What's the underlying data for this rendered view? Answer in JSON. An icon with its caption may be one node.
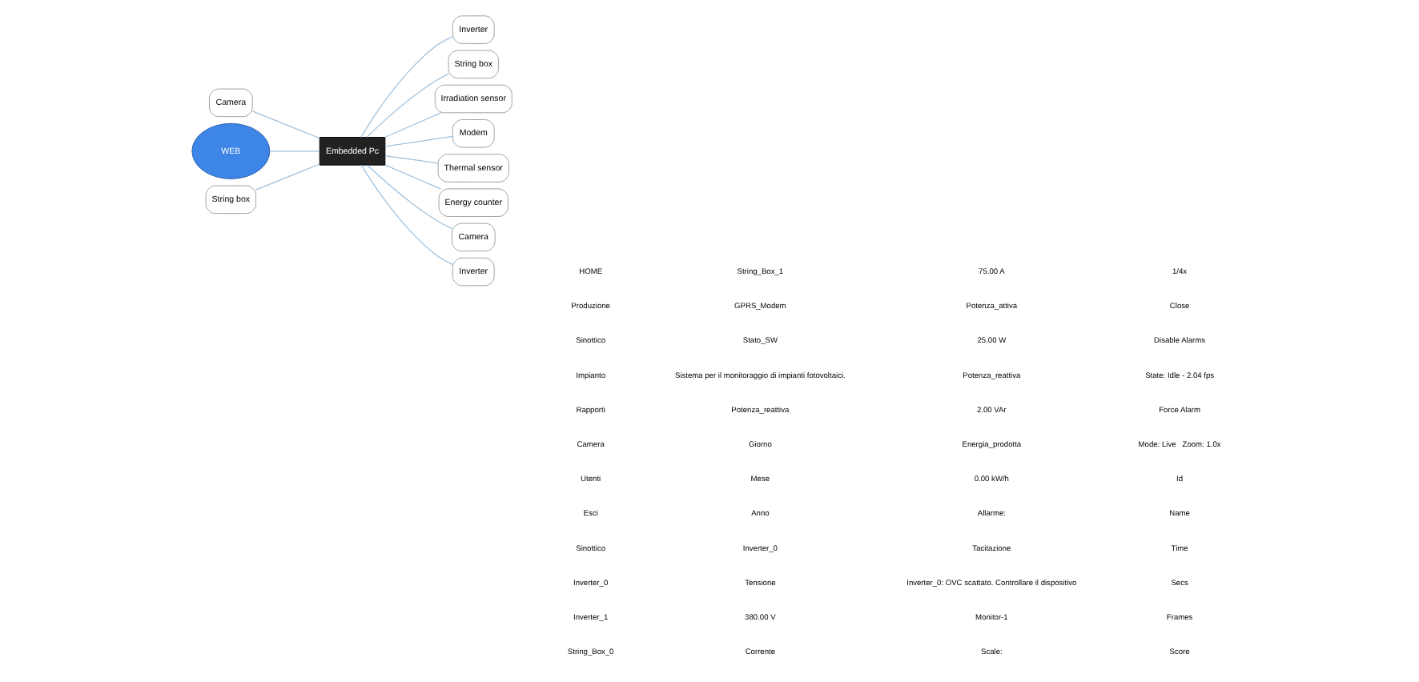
{
  "diagram": {
    "nodes": [
      {
        "text": [
          "Inverter"
        ]
      },
      {
        "text": [
          "String box"
        ]
      },
      {
        "text": [
          "Camera"
        ]
      },
      {
        "text": [
          "Irradiation sensor"
        ]
      },
      {
        "text": [
          "WEB"
        ]
      },
      {
        "text": [
          "Embedded Pc"
        ]
      },
      {
        "text": [
          "Modem"
        ]
      },
      {
        "text": [
          "Thermal sensor"
        ]
      },
      {
        "text": [
          "String box"
        ]
      },
      {
        "text": [
          "Energy counter"
        ]
      },
      {
        "text": [
          "Camera"
        ]
      },
      {
        "text": [
          "Inverter"
        ]
      }
    ],
    "edges": [
      {
        "from": 5,
        "to": 0,
        "arrow": "none"
      },
      {
        "from": 5,
        "to": 1,
        "arrow": "none"
      },
      {
        "from": 2,
        "to": 5,
        "arrow": "none"
      },
      {
        "from": 5,
        "to": 3,
        "arrow": "none"
      },
      {
        "from": 4,
        "to": 5,
        "arrow": "none"
      },
      {
        "from": 5,
        "to": 6,
        "arrow": "none"
      },
      {
        "from": 5,
        "to": 7,
        "arrow": "none"
      },
      {
        "from": 8,
        "to": 5,
        "arrow": "none"
      },
      {
        "from": 5,
        "to": 9,
        "arrow": "none"
      },
      {
        "from": 5,
        "to": 10,
        "arrow": "none"
      },
      {
        "from": 5,
        "to": 11,
        "arrow": "none"
      }
    ],
    "labels": [
      "HOME",
      "Produzione",
      "Sinottico",
      "Impianto",
      "Rapporti",
      "Camera",
      "Utenti",
      "Esci",
      "Sinottico",
      "Inverter_0",
      "Inverter_1",
      "String_Box_0",
      "String_Box_1",
      "GPRS_Modem",
      "Stato_SW",
      "Sistema per il monitoraggio di impianti fotovoltaici.",
      "Potenza_reattiva",
      "Giorno",
      "Mese",
      "Anno",
      "Inverter_0",
      "Tensione",
      "380.00 V",
      "Corrente",
      "75.00 A",
      "Potenza_attiva",
      "25.00 W",
      "Potenza_reattiva",
      "2.00 VAr",
      "Energia_prodotta",
      "0.00 kW/h",
      "Allarme:",
      "Tacitazione",
      "Inverter_0: OVC scattato. Controllare il dispositivo",
      "Monitor-1",
      "Scale:",
      "1/4x",
      "Close",
      "Disable Alarms",
      "State: Idle - 2.04 fps",
      "Force Alarm",
      "Mode: Live   Zoom: 1.0x",
      "Id",
      "Name",
      "Time",
      "Secs",
      "Frames",
      "Score"
    ]
  }
}
